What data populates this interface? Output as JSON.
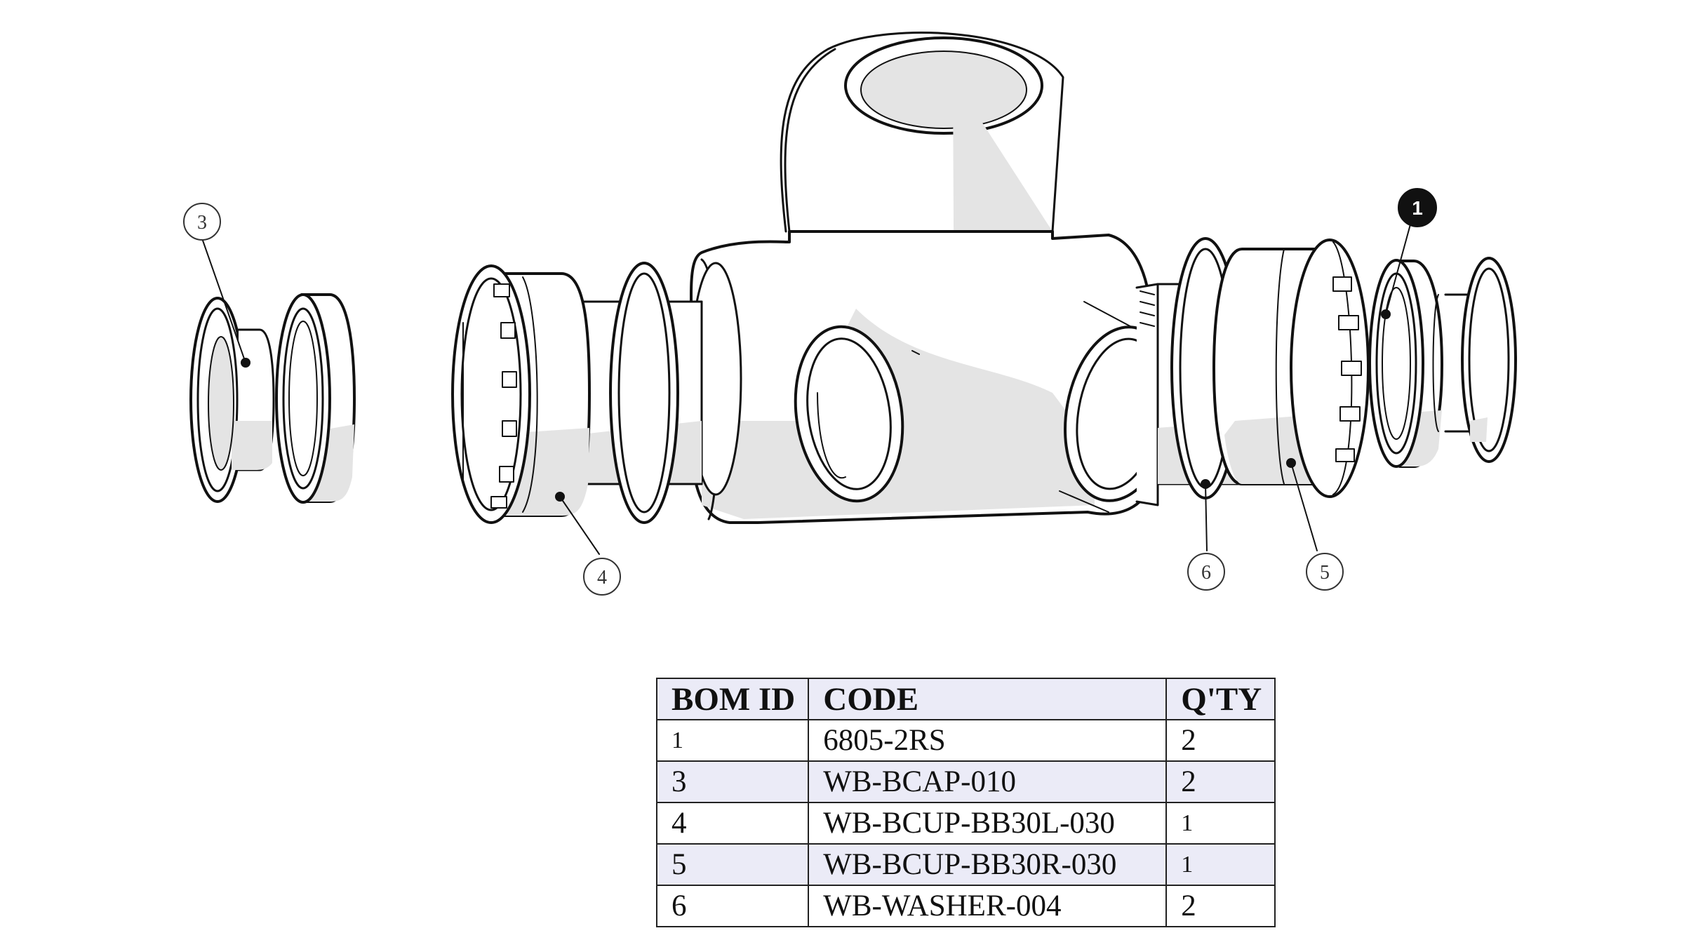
{
  "callouts": {
    "c1": "1",
    "c3": "3",
    "c4": "4",
    "c5": "5",
    "c6": "6"
  },
  "bom": {
    "headers": {
      "id": "BOM ID",
      "code": "CODE",
      "qty": "Q'TY"
    },
    "rows": [
      {
        "id": "1",
        "code": "6805-2RS",
        "qty": "2"
      },
      {
        "id": "3",
        "code": "WB-BCAP-010",
        "qty": "2"
      },
      {
        "id": "4",
        "code": "WB-BCUP-BB30L-030",
        "qty": "1"
      },
      {
        "id": "5",
        "code": "WB-BCUP-BB30R-030",
        "qty": "1"
      },
      {
        "id": "6",
        "code": "WB-WASHER-004",
        "qty": "2"
      }
    ]
  }
}
